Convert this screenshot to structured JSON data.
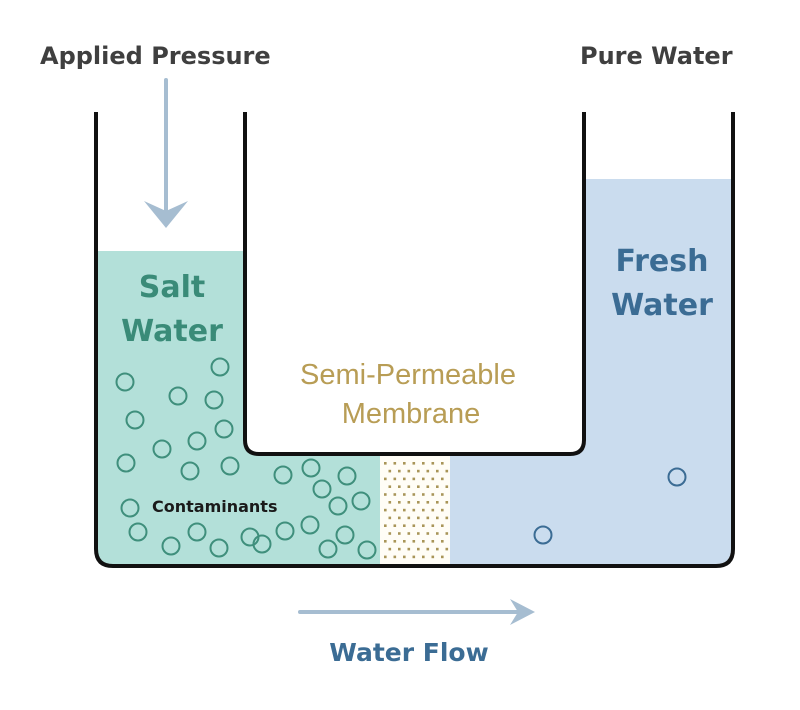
{
  "title": "Reverse Osmosis Diagram",
  "labels": {
    "applied_pressure": "Applied Pressure",
    "pure_water": "Pure Water",
    "salt_water_line1": "Salt",
    "salt_water_line2": "Water",
    "fresh_water_line1": "Fresh",
    "fresh_water_line2": "Water",
    "membrane_line1": "Semi-Permeable",
    "membrane_line2": "Membrane",
    "contaminants": "Contaminants",
    "water_flow": "Water Flow"
  },
  "colors": {
    "heading_text": "#3f3f3f",
    "vessel_wall": "#111111",
    "salt_water_fill": "#b3e0d9",
    "salt_water_text": "#3a8b78",
    "contaminant_stroke": "#3f8f7c",
    "fresh_water_fill": "#cadcee",
    "fresh_water_text": "#3b6c94",
    "fresh_particle_stroke": "#3b6c94",
    "membrane_dot": "#a89558",
    "membrane_text": "#b89d55",
    "arrow": "#a6bdd1",
    "water_flow_text": "#3b6c94",
    "contaminants_text": "#1a1a1a"
  },
  "icons": {
    "pressure_arrow": "arrow-down-icon",
    "flow_arrow": "arrow-right-icon"
  }
}
